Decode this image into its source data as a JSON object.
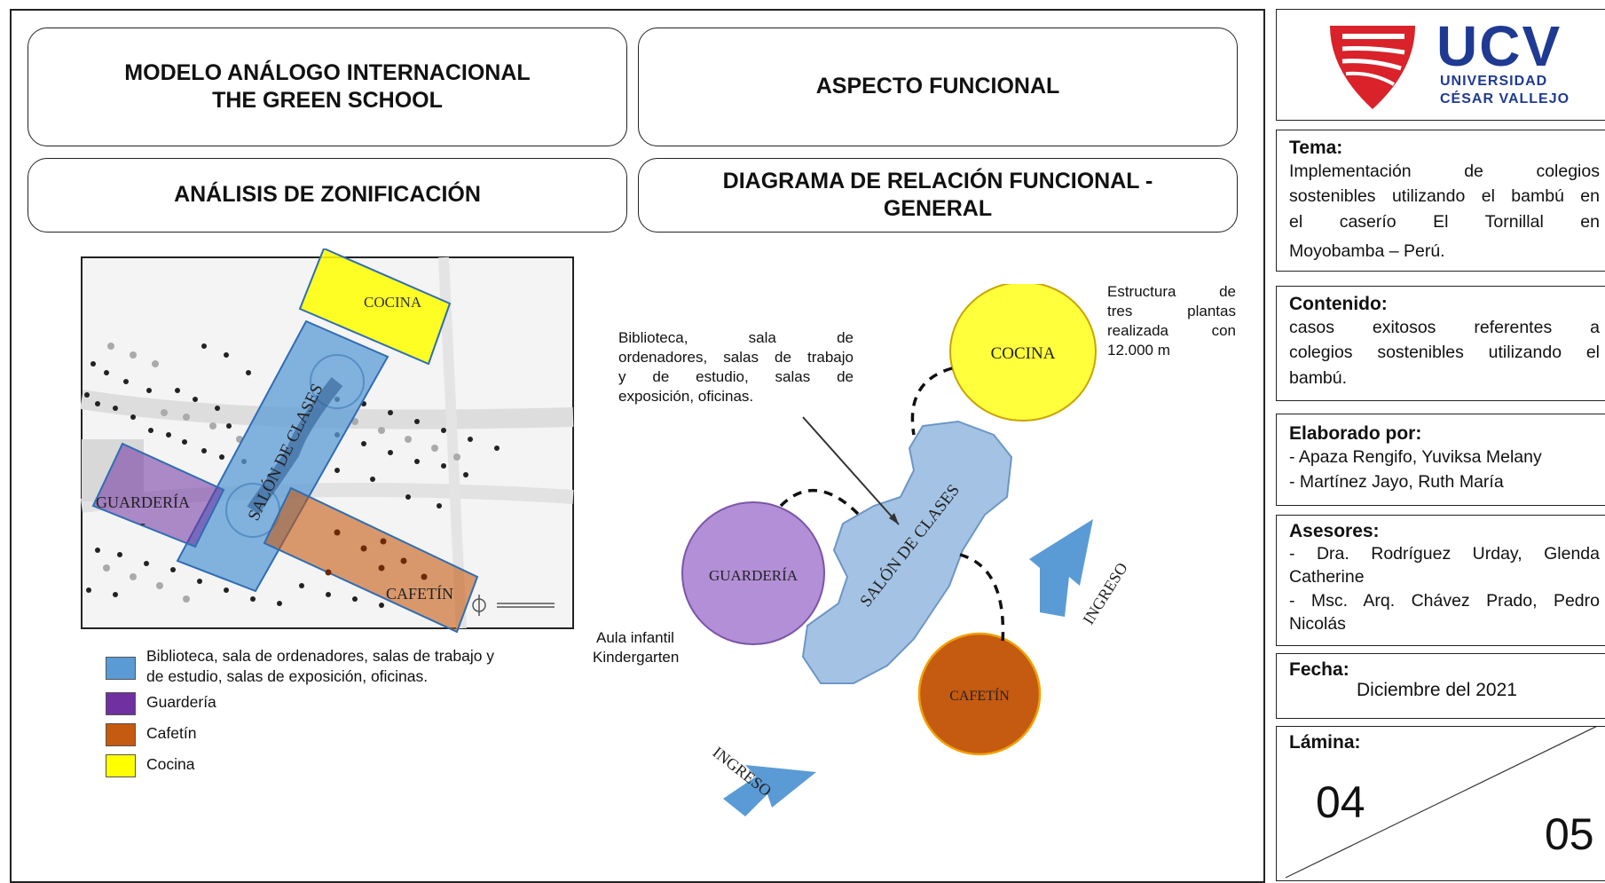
{
  "header": {
    "model_line1": "MODELO ANÁLOGO INTERNACIONAL",
    "model_line2": "THE GREEN SCHOOL",
    "aspect": "ASPECTO FUNCIONAL",
    "zoning": "ANÁLISIS DE ZONIFICACIÓN",
    "diagram_line1": "DIAGRAMA DE RELACIÓN FUNCIONAL -",
    "diagram_line2": "GENERAL"
  },
  "zoning_plan": {
    "zones": [
      "COCINA",
      "SALÓN DE CLASES",
      "GUARDERÍA",
      "CAFETÍN"
    ],
    "colors": {
      "salon": "#5b9bd5",
      "guarderia": "#7030a0",
      "cafetin": "#c55a11",
      "cocina": "#ffff00"
    }
  },
  "legend": [
    {
      "line1": "Biblioteca, sala de ordenadores, salas de trabajo y",
      "line2": "de estudio, salas de exposición, oficinas.",
      "color": "#5b9bd5"
    },
    {
      "line1": "Guardería",
      "color": "#7030a0"
    },
    {
      "line1": "Cafetín",
      "color": "#c55a11"
    },
    {
      "line1": "Cocina",
      "color": "#ffff00"
    }
  ],
  "diagram": {
    "cocina": "COCINA",
    "salon": "SALÓN DE CLASES",
    "guarderia": "GUARDERÍA",
    "cafetin": "CAFETÍN",
    "ingreso": "INGRESO",
    "note_library": [
      "Biblioteca, sala de",
      "ordenadores, salas de trabajo",
      "y de estudio, salas de",
      "exposición, oficinas."
    ],
    "note_structure": [
      "Estructura de",
      "tres plantas",
      "realizada con",
      "12.000 m"
    ],
    "note_kinder": [
      "Aula infantil",
      "Kindergarten"
    ]
  },
  "sidebar": {
    "logo_text": "UCV",
    "logo_sub1": "UNIVERSIDAD",
    "logo_sub2": "CÉSAR VALLEJO",
    "tema_label": "Tema:",
    "tema_lines": [
      "Implementación de colegios",
      "sostenibles utilizando el bambú en",
      "el caserío El Tornillal en",
      "Moyobamba – Perú."
    ],
    "contenido_label": "Contenido:",
    "contenido_lines": [
      "casos exitosos referentes a",
      "colegios sostenibles utilizando el",
      "bambú."
    ],
    "elaborado_label": "Elaborado por:",
    "elaborado_lines": [
      "- Apaza Rengifo, Yuviksa Melany",
      "- Martínez Jayo, Ruth María"
    ],
    "asesores_label": "Asesores:",
    "asesores_lines": [
      "- Dra. Rodríguez Urday, Glenda",
      "Catherine",
      "- Msc. Arq. Chávez Prado, Pedro",
      "Nicolás"
    ],
    "fecha_label": "Fecha:",
    "fecha_value": "Diciembre del 2021",
    "lamina_label": "Lámina:",
    "lamina_current": "04",
    "lamina_total": "05"
  }
}
